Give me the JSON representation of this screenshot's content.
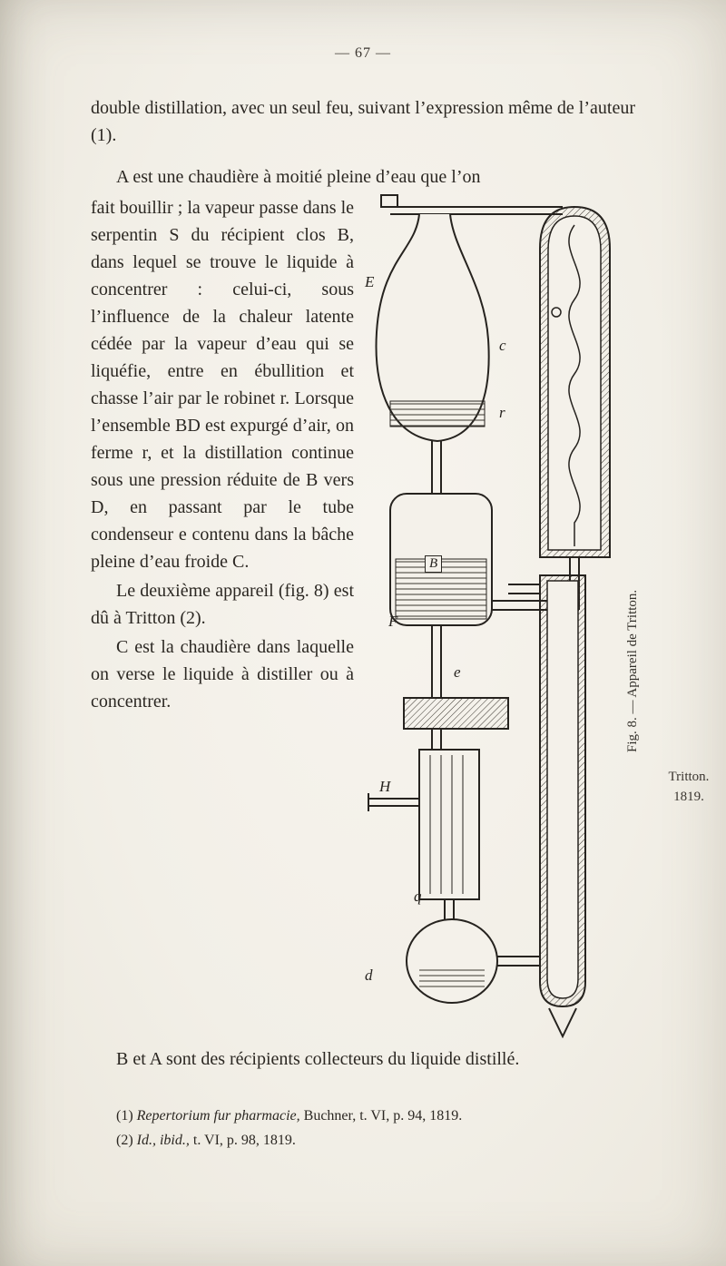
{
  "colors": {
    "paper": "#f2efe7",
    "ink": "#2b2722"
  },
  "page": {
    "number": "— 67 —"
  },
  "body": {
    "para1": "double distillation, avec un seul feu, suivant l’expression même de l’auteur (1).",
    "para2_lead": "A est une chaudière à moitié pleine d’eau que l’on",
    "para2_rest": "fait bouillir ; la vapeur passe dans le serpentin S du récipient clos B, dans lequel se trouve le liquide à concentrer : celui-ci, sous l’influence de la chaleur latente cédée par la vapeur d’eau qui se liquéfie, entre en ébullition et chasse l’air par le robinet r. Lorsque l’ensemble BD est expurgé d’air, on ferme r, et la distillation continue sous une pression réduite de B vers D, en passant par le tube condenseur e contenu dans la bâche pleine d’eau froide C.",
    "para3": "Le deuxième appareil (fig. 8) est dû à Tritton (2).",
    "para4": "C est la chaudière dans laquelle on verse le liquide à distiller ou à concentrer.",
    "para5": "B et A sont des récipients collecteurs du liquide distillé."
  },
  "figure": {
    "caption": "Fig. 8. — Appareil de Tritton.",
    "labels": {
      "E": "E",
      "c": "c",
      "r": "r",
      "B": "B",
      "F": "F",
      "e": "e",
      "H": "H",
      "q": "q",
      "d": "d"
    }
  },
  "margin_note": {
    "line1": "Tritton.",
    "line2": "1819."
  },
  "footnotes": [
    {
      "marker": "(1)",
      "italic": "Repertorium fur pharmacie,",
      "rest": "Buchner, t. VI, p. 94, 1819."
    },
    {
      "marker": "(2)",
      "italic": "Id., ibid.,",
      "rest": "t. VI, p. 98, 1819."
    }
  ]
}
